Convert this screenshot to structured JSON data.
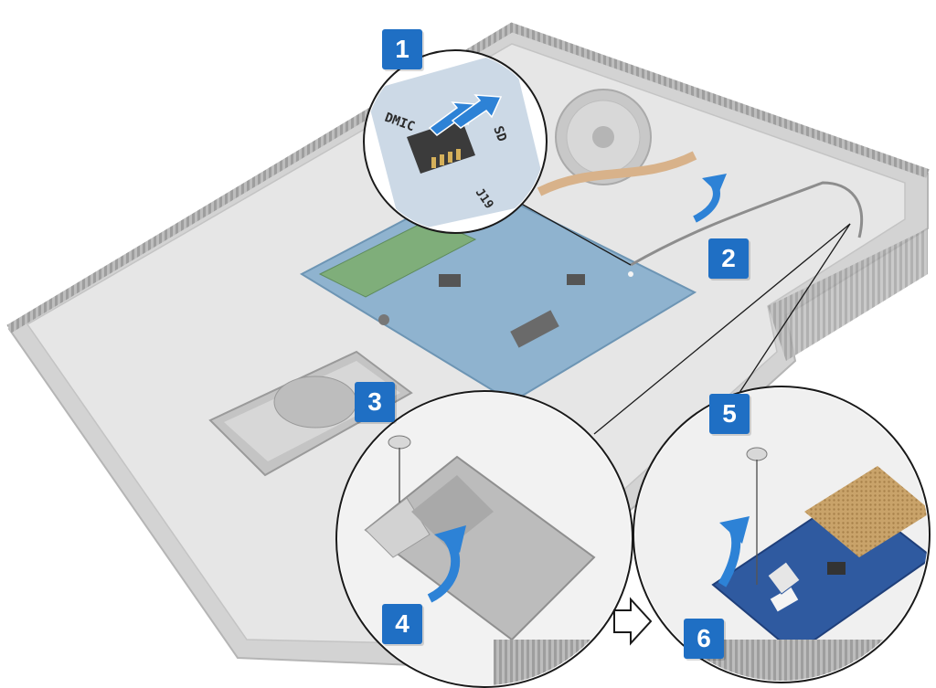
{
  "colors": {
    "step_badge": "#1f6fc4",
    "motion_arrow": "#2d82d6",
    "chassis": "#cfcfcf",
    "board": "#5b8fb6",
    "bracket": "#b9b9b9",
    "io_board": "#2f5aa0"
  },
  "steps": [
    {
      "id": "step-1",
      "label": "1"
    },
    {
      "id": "step-2",
      "label": "2"
    },
    {
      "id": "step-3",
      "label": "3"
    },
    {
      "id": "step-4",
      "label": "4"
    },
    {
      "id": "step-5",
      "label": "5"
    },
    {
      "id": "step-6",
      "label": "6"
    }
  ],
  "connector_labels": {
    "dmic": "DMIC",
    "sd": "SD",
    "j19": "J19"
  },
  "icons": {
    "sequence_arrow": "hollow-right-arrow-icon",
    "lift_arrow": "curved-up-arrow-icon",
    "slide_arrow": "double-direction-arrow-icon",
    "screw": "screw-icon"
  }
}
